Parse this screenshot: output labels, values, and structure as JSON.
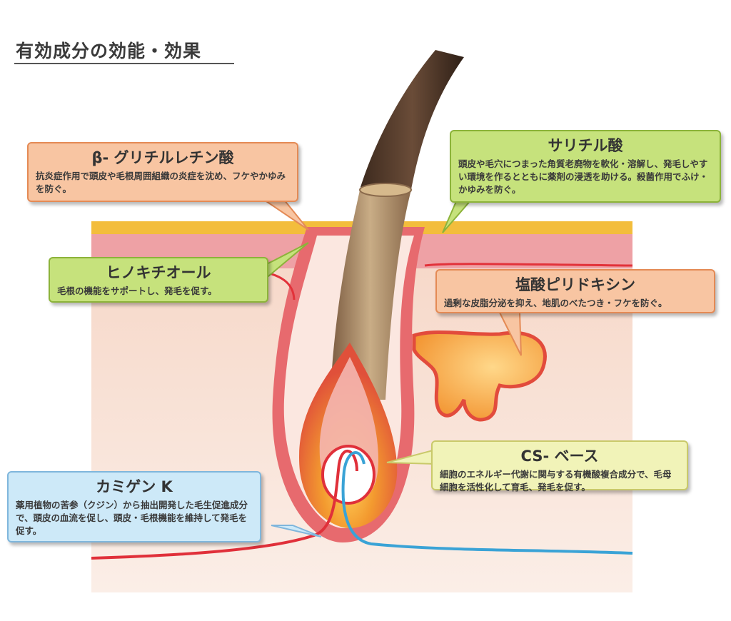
{
  "title": "有効成分の効能・効果",
  "callouts": {
    "glycyrrhetinic": {
      "title": "β- グリチルレチン酸",
      "body": "抗炎症作用で頭皮や毛根周囲組織の炎症を沈め、フケやかゆみを防ぐ。",
      "color": "#f8c5a2"
    },
    "salicylic": {
      "title": "サリチル酸",
      "body": "頭皮や毛穴につまった角質老廃物を軟化・溶解し、発毛しやすい環境を作るとともに薬剤の浸透を助ける。殺菌作用でふけ・かゆみを防ぐ。",
      "color": "#c6e27c"
    },
    "hinokitiol": {
      "title": "ヒノキチオール",
      "body": "毛根の機能をサポートし、発毛を促す。",
      "color": "#c6e27c"
    },
    "pyridoxine": {
      "title": "塩酸ピリドキシン",
      "body": "過剰な皮脂分泌を抑え、地肌のべたつき・フケを防ぐ。",
      "color": "#f8c5a2"
    },
    "cs_base": {
      "title": "CS- ベース",
      "body": "細胞のエネルギー代謝に関与する有機酸複合成分で、毛母細胞を活性化して育毛、発毛を促す。",
      "color": "#f1f3b8"
    },
    "kamigen": {
      "title": "カミゲン K",
      "body": "薬用植物の苦参（クジン）から抽出開発した毛生促進成分で、頭皮の血流を促し、頭皮・毛根機能を維持して発毛を促す。",
      "color": "#cde9f8"
    }
  }
}
